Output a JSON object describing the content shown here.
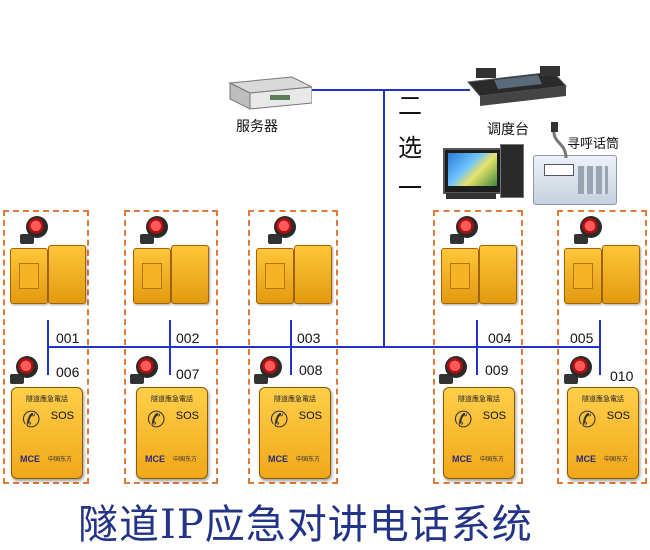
{
  "labels": {
    "server": "服务器",
    "console": "调度台",
    "paging_mic": "寻呼话筒",
    "select_two": "二",
    "select_mid": "选",
    "select_one": "一",
    "footer_title": "隧道IP应急对讲电话系统"
  },
  "stations": [
    {
      "top_id": "001",
      "bottom_id": "006"
    },
    {
      "top_id": "002",
      "bottom_id": "007"
    },
    {
      "top_id": "003",
      "bottom_id": "008"
    },
    {
      "top_id": "004",
      "bottom_id": "009"
    },
    {
      "top_id": "005",
      "bottom_id": "010"
    }
  ],
  "phone_text": {
    "title": "隧道應急電話",
    "sos": "SOS",
    "brand": "MCE",
    "maker": "中国东方"
  },
  "colors": {
    "network_line": "#2233cc",
    "group_border": "#e07a3a",
    "phone_body": "#f0a818"
  }
}
